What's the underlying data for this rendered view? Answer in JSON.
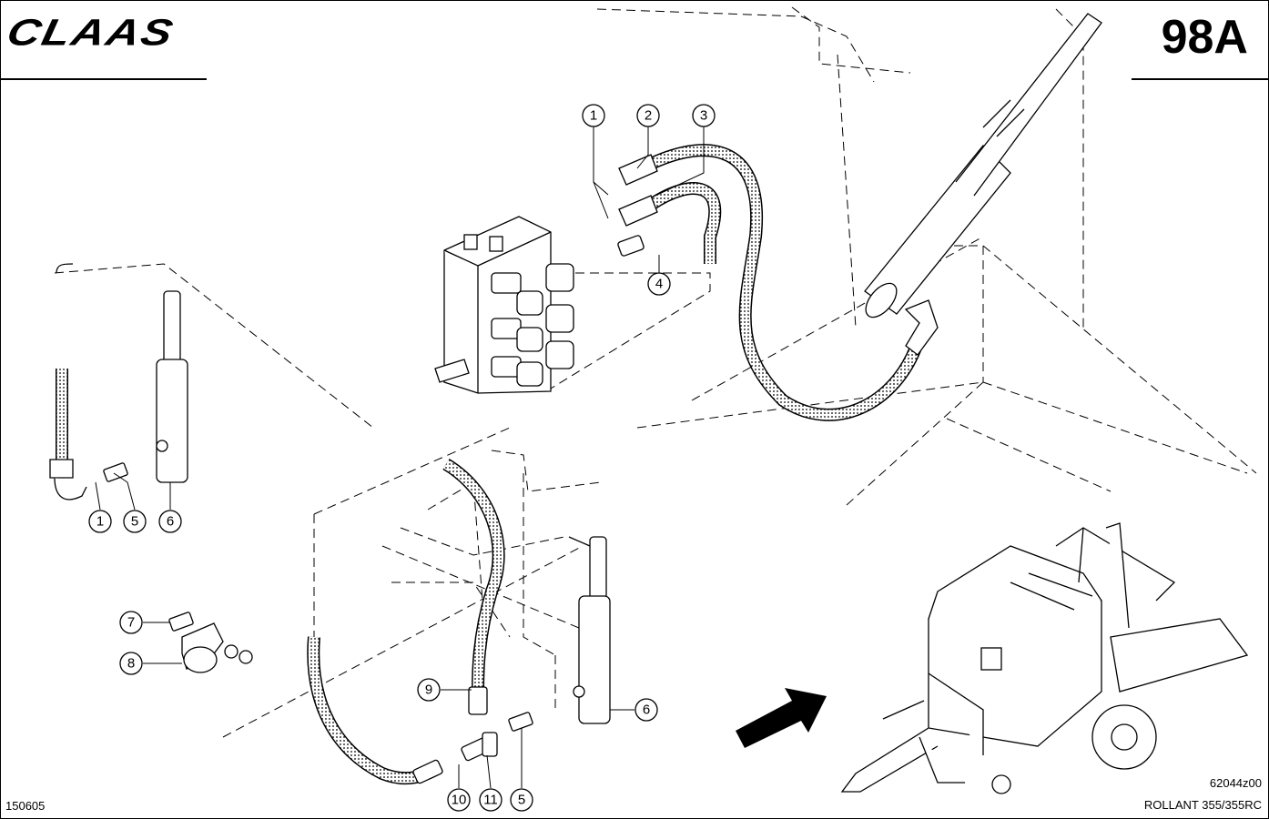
{
  "header": {
    "brand": "CLAAS",
    "page_number": "98A"
  },
  "footer": {
    "doc_code": "150605",
    "drawing_code": "62044z00",
    "model": "ROLLANT 355/355RC"
  },
  "callouts": [
    "1",
    "2",
    "3",
    "4",
    "1",
    "5",
    "6",
    "7",
    "8",
    "9",
    "6",
    "10",
    "11",
    "5"
  ]
}
